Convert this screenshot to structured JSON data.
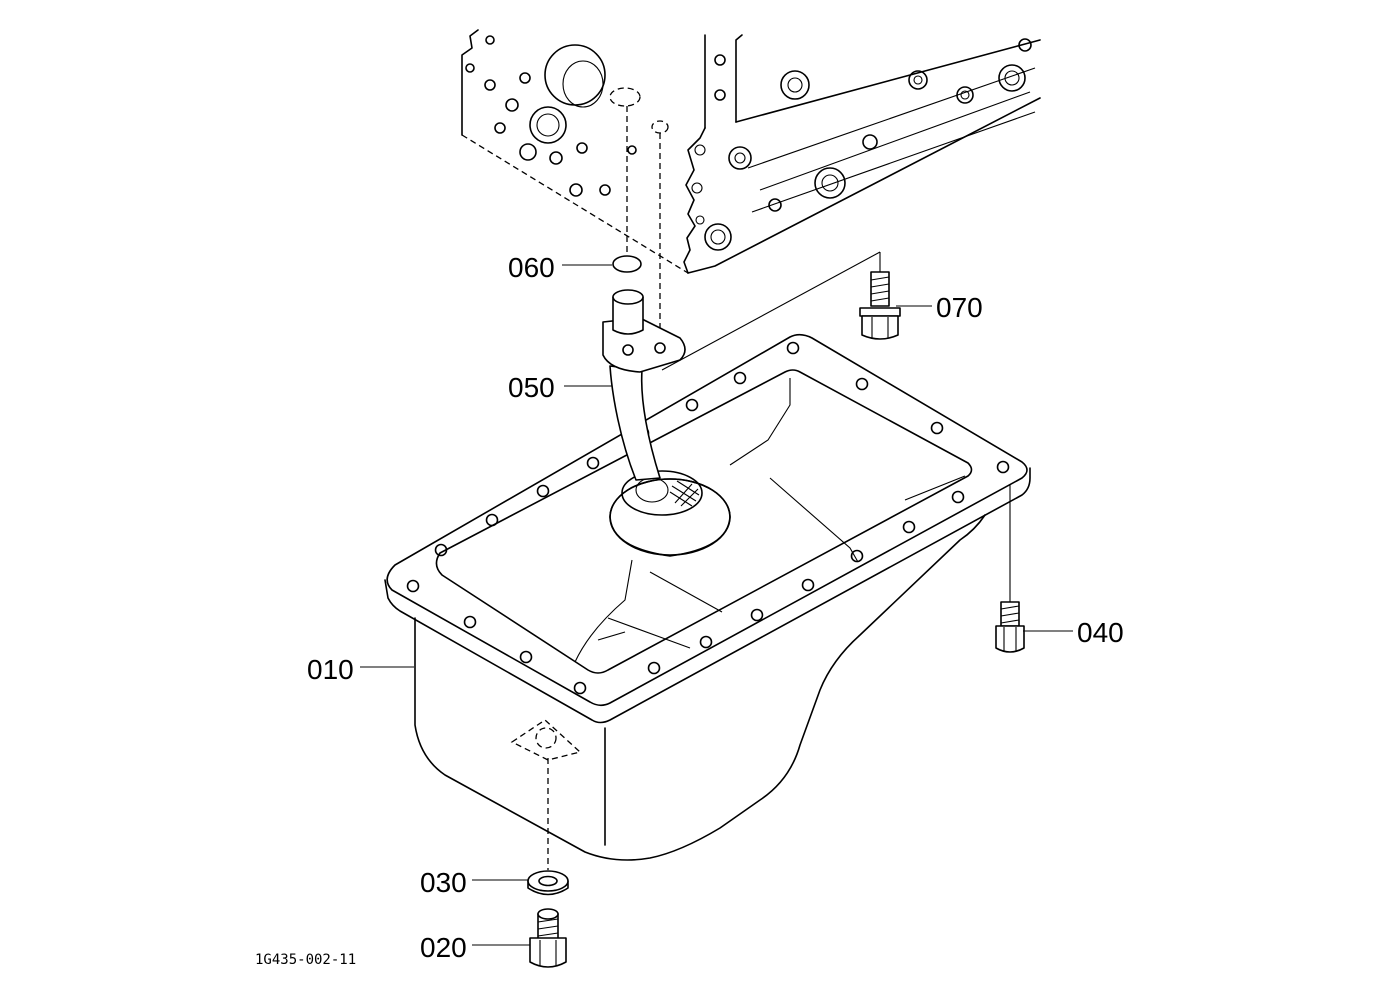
{
  "callouts": {
    "c060": "060",
    "c070": "070",
    "c050": "050",
    "c010": "010",
    "c040": "040",
    "c030": "030",
    "c020": "020"
  },
  "drawing_number": "1G435-002-11"
}
